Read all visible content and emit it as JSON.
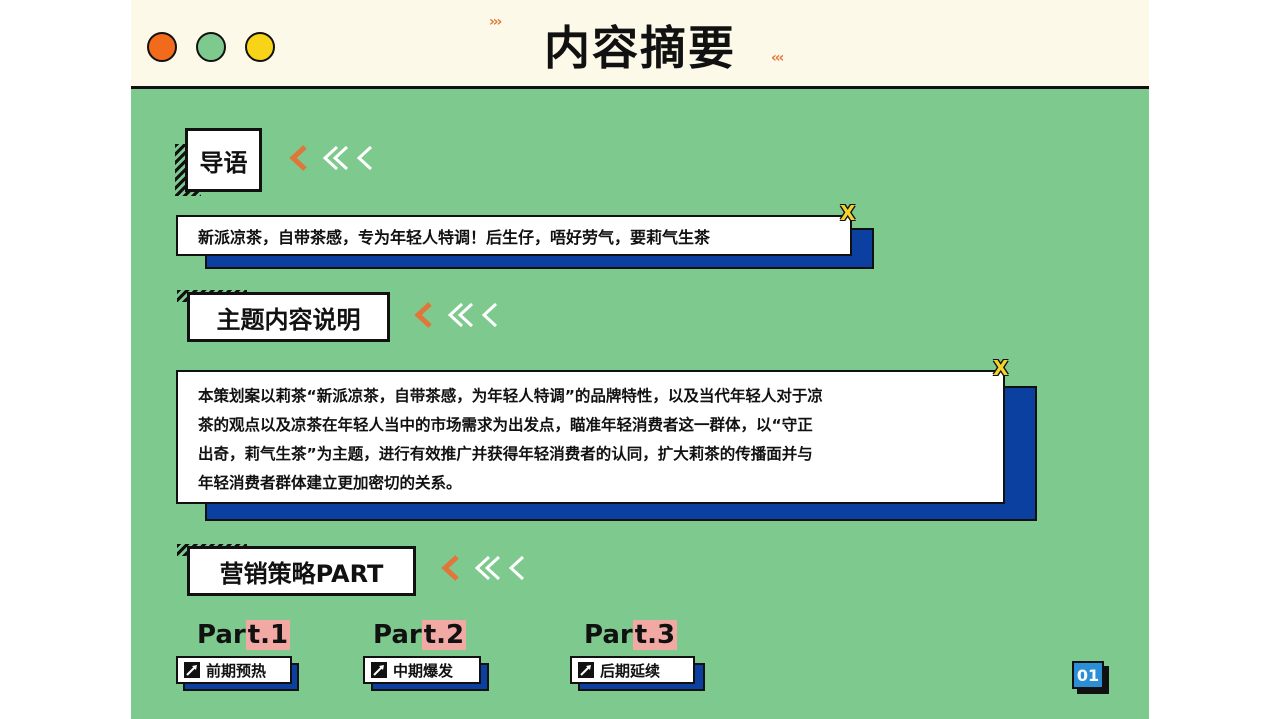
{
  "header": {
    "title": "内容摘要",
    "dots": [
      "#f26a1b",
      "#7ec98d",
      "#f7d417"
    ],
    "chevrons_right": "›››",
    "chevrons_left": "‹‹‹"
  },
  "sections": [
    {
      "label": "导语",
      "text": "新派凉茶，自带茶感，专为年轻人特调！后生仔，唔好劳气，要莉气生茶"
    },
    {
      "label": "主题内容说明",
      "lines": [
        "本策划案以莉茶“新派凉茶，自带茶感，为年轻人特调”的品牌特性，以及当代年轻人对于凉",
        "茶的观点以及凉茶在年轻人当中的市场需求为出发点，瞄准年轻消费者这一群体，以“守正",
        "出奇，莉气生茶”为主题，进行有效推广并获得年轻消费者的认同，扩大莉茶的传播面并与",
        "年轻消费者群体建立更加密切的关系。"
      ]
    },
    {
      "label": "营销策略PART"
    }
  ],
  "close_mark": "X",
  "parts": [
    {
      "prefix": "Par",
      "highlight": "t.1",
      "tag": "前期预热"
    },
    {
      "prefix": "Par",
      "highlight": "t.2",
      "tag": "中期爆发"
    },
    {
      "prefix": "Par",
      "highlight": "t.3",
      "tag": "后期延续"
    }
  ],
  "page_number": "01",
  "colors": {
    "background": "#7ec98d",
    "header_bg": "#fcf9e9",
    "shadow_blue": "#0b3fa0",
    "accent_orange": "#e0763a",
    "highlight_pink": "#f2a9a3",
    "x_yellow": "#f4d22d",
    "page_badge": "#2b8fd6"
  }
}
